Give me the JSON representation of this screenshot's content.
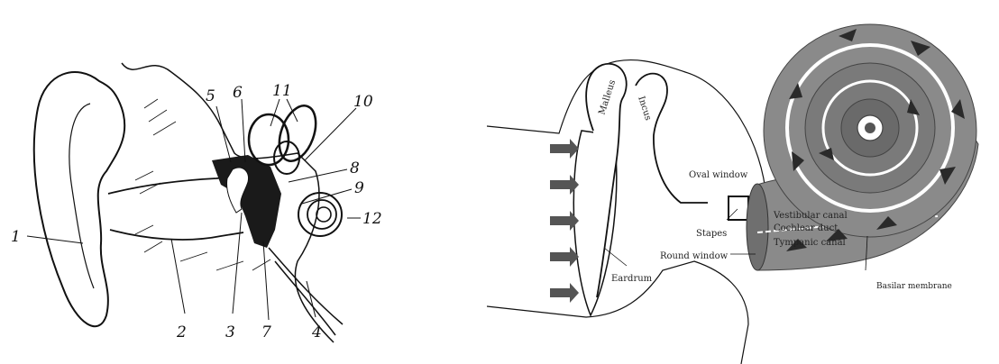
{
  "left_diagram": {
    "labels": [
      "1",
      "2",
      "3",
      "4",
      "5",
      "6",
      "7",
      "8",
      "9",
      "10",
      "11",
      "12"
    ]
  },
  "right_diagram": {
    "labels": {
      "malleus": "Malleus",
      "incus": "Incus",
      "oval_window": "Oval window",
      "stapes": "Stapes",
      "round_window": "Round window",
      "eardrum": "Eardrum",
      "vestibular_canal": "Vestibular canal",
      "cochlear_duct": "Cochlear duct",
      "tympanic_canal": "Tympanic canal",
      "basilar_membrane": "Basilar membrane"
    }
  }
}
